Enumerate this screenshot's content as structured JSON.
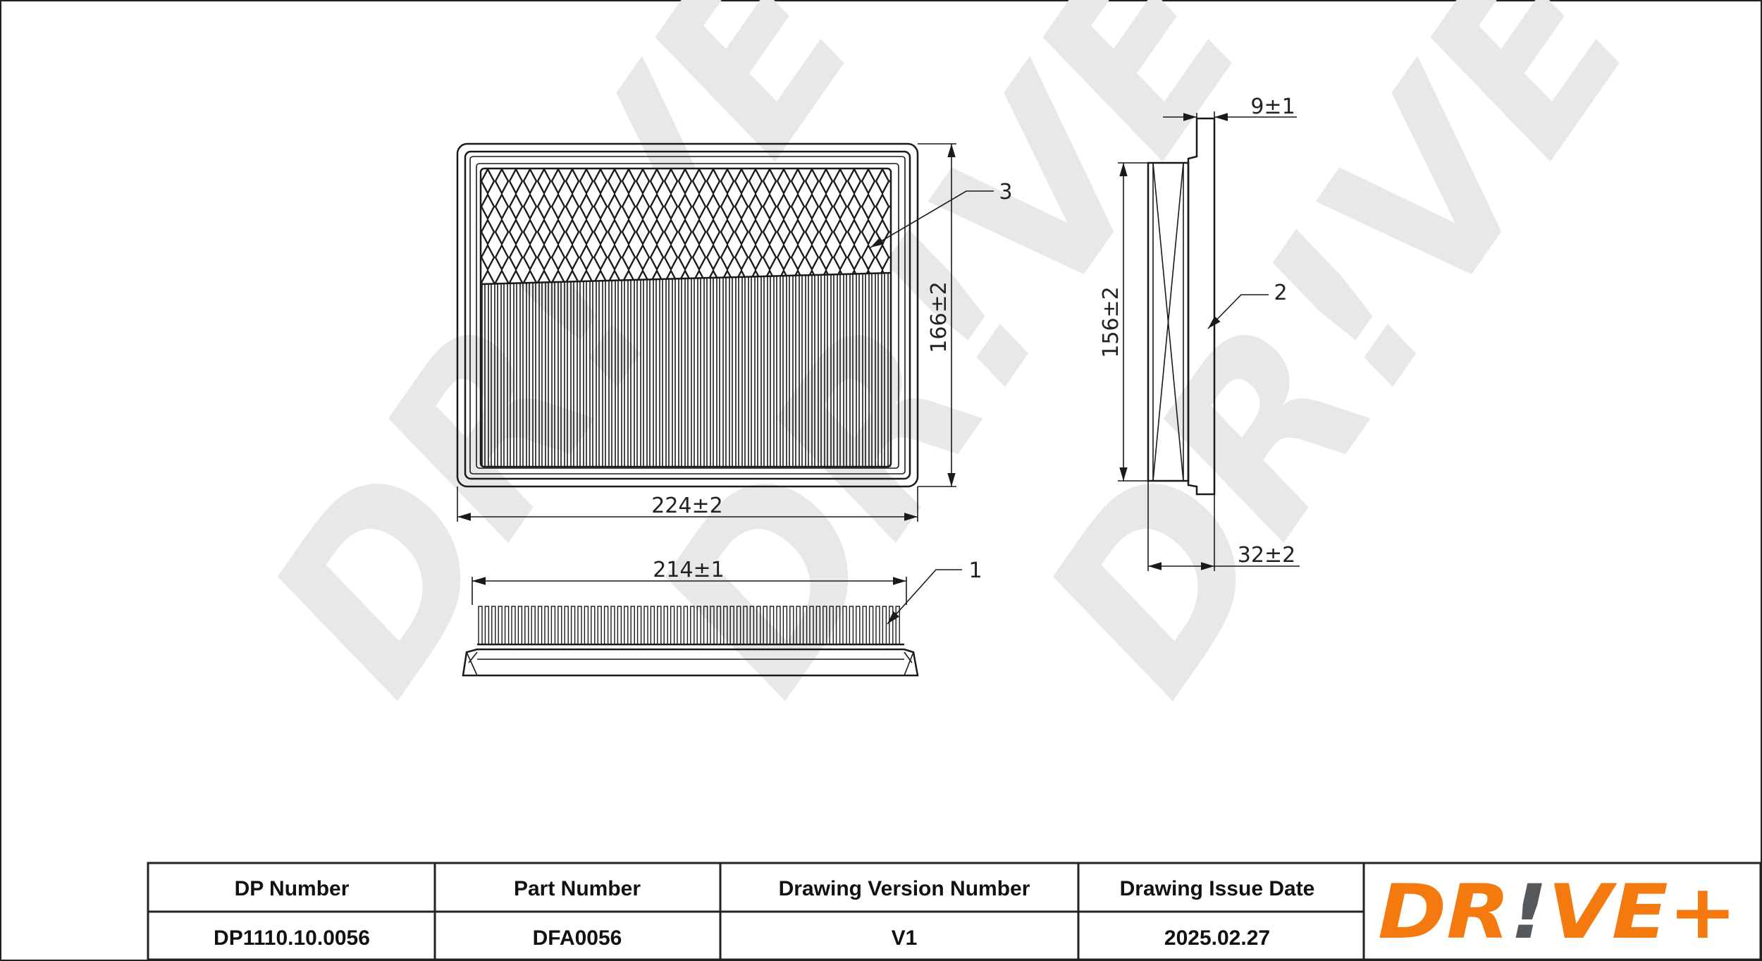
{
  "drawing": {
    "watermark": "DR!VE+",
    "dimensions": {
      "width_top": "224±2",
      "height_top": "166±2",
      "height_side": "156±2",
      "flange_side": "9±1",
      "depth_side": "32±2",
      "width_bottom": "214±1"
    },
    "callouts": [
      "1",
      "2",
      "3"
    ]
  },
  "title_block": {
    "headers": [
      "DP Number",
      "Part Number",
      "Drawing Version Number",
      "Drawing Issue Date"
    ],
    "values": [
      "DP1110.10.0056",
      "DFA0056",
      "V1",
      "2025.02.27"
    ]
  },
  "logo": {
    "text": "DR!VE+",
    "primary_color": "#f47a10",
    "accent_color": "#55595c"
  }
}
